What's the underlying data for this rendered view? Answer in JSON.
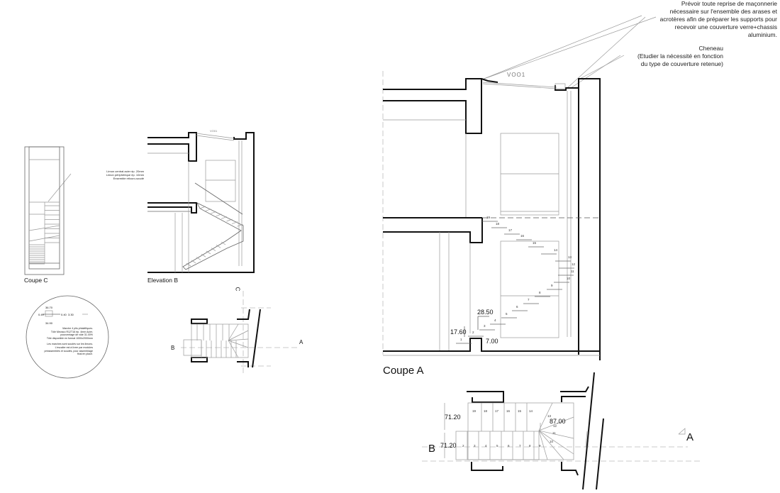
{
  "notes": {
    "masonry": [
      "Prévoir toute reprise de maçonnerie",
      "nécessaire sur l'ensemble des arases et",
      "acrotères afin de préparer les supports pour",
      "recevoir une couverture verre+chassis",
      "aluminium."
    ],
    "gutter": [
      "Cheneau",
      "(Etudier la nécessité en fonction",
      "du type de couverture retenue)"
    ],
    "stringer": [
      "Limon central acier ép. 20mm",
      "Limon périphérique ép. 10mm",
      "Ensemble rélcuro-soudé"
    ],
    "detail": [
      "Marche 4 plis phtaléfiques.",
      "Tôle Mevaco R12T16 ép. 4mm Acier,",
      "pourcentage de vide 31.00%",
      "Tôle disponible en format 1000x2000mm",
      "",
      "Les marches sont soudés sur les limons.",
      "L'escalier est à livrer par modules",
      "préassemblés et soudés, pour assemblage",
      "final en place."
    ],
    "detail_dims": [
      "36.70",
      "0.49",
      "0.40",
      "3.30",
      "34.90"
    ]
  },
  "views": {
    "coupe_c": "Coupe C",
    "elevation_b": "Elevation B",
    "coupe_a": "Coupe A",
    "window_tag": "VOO1",
    "window_tag_small": "VO01"
  },
  "section_marks": {
    "a": "A",
    "b": "B",
    "c": "C"
  },
  "coupe_a_dims": {
    "tread": "28.50",
    "riser": "17.60",
    "nosing": "7.00"
  },
  "coupe_a_steps": [
    "1",
    "2",
    "3",
    "4",
    "5",
    "6",
    "7",
    "8",
    "9",
    "10",
    "11",
    "12",
    "13",
    "14",
    "15",
    "16",
    "17",
    "18",
    "19"
  ],
  "plan_dims": {
    "width_upper": "71.20",
    "width_lower": "71.20",
    "landing": "87.00"
  },
  "plan_steps_upper": [
    "19",
    "18",
    "17",
    "16",
    "15",
    "14"
  ],
  "plan_steps_lower": [
    "2",
    "3",
    "4",
    "5",
    "6",
    "7",
    "8",
    "9"
  ],
  "plan_winders": [
    "13",
    "12",
    "11",
    "10"
  ]
}
